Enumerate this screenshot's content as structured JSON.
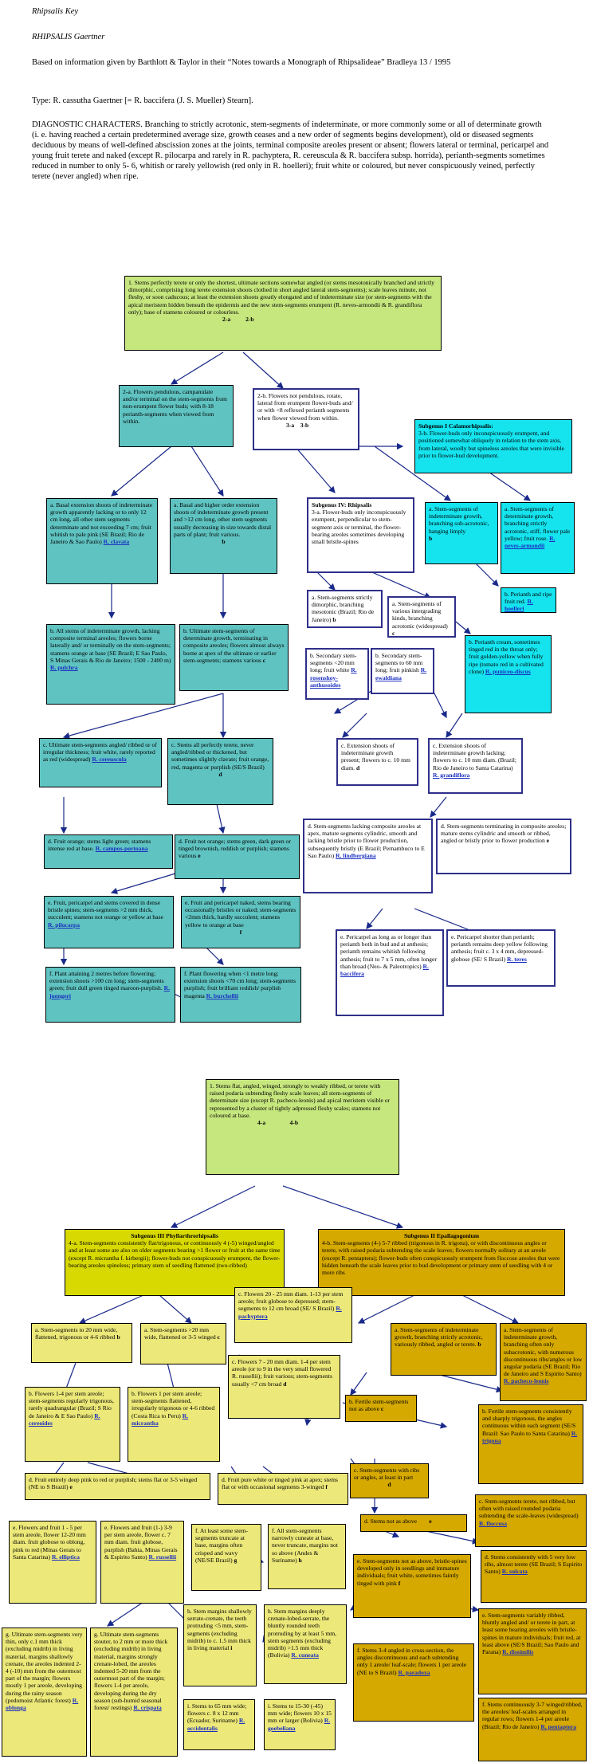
{
  "header": {
    "title": "Rhipsalis Key",
    "genus": "RHIPSALIS Gaertner",
    "basis": "Based on information given by Barthlott & Taylor in their “Notes towards a Monograph of Rhipsalideae” Bradleya 13 / 1995",
    "type_line": "Type: R. cassutha Gaertner [= R. baccifera (J. S. Mueller) Stearn].",
    "diagnostic": "DIAGNOSTIC CHARACTERS. Branching to strictly acrotonic, stem-segments of indeterminate, or more commonly some or all of determinate growth (i. e. having reached a certain predetermined average size, growth ceases and a new order of segments begins development), old or diseased segments deciduous by means of well-defined abscission zones at the joints, terminal composite areoles present or absent; flowers lateral or terminal, pericarpel and young fruit terete and naked (except R. pilocarpa and rarely in R. pachyptera, R. cereuscula & R. baccifera subsp. horrida), perianth-segments sometimes reduced in number to only 5- 6, whitish or rarely yellowish (red only in R. hoelleri); fruit white or coloured, but never conspicuously veined, perfectly terete (never angled) when ripe."
  },
  "key1": {
    "q1": {
      "text": "1. Stems perfectly terete or only the shortest, ultimate sections somewhat angled (or stems mesotonically branched and strictly dimorphic, comprising long terete extension shoots clothed in short angled lateral stem-segments); scale leaves minute, not fleshy, or soon caducous; at least the extension shoots greatly elongated and of indeterminate size (or stem-segments with the apical meristem hidden beneath the epidermis and the new stem-segments erumpent (R. neves-armondii & R. grandiflora only); base of stamens coloured or colourless.",
      "a": "2-a",
      "b": "2-b"
    },
    "q2a": {
      "text": "2-a. Flowers pendulous, campanulate and/or terminal on the stem-segments from non-erumpent flower buds; with 8-18 perianth-segments when viewed from within."
    },
    "q2b": {
      "text": "2-b. Flowers not pendulous, rotate, lateral from erumpent flower-buds and/ or with <8 reflexed perianth segments when flower viewed from within.",
      "a": "3-a",
      "b": "3-b"
    },
    "sub1": {
      "title": "Subgenus I Calamorhipsalis:",
      "text": "3-b. Flower-buds only inconspicuously erumpent, and positioned somewhat obliquely in relation to the stem axis, from lateral, woolly but spineless areoles that were invisible prior to flower-bud development."
    },
    "q2aa": {
      "text": "a. Basal extension shoots of indeterminate growth apparently lacking or to only 12 cm long, all other stem segments determinate and not exceeding 7 cm; fruit whitish to pale pink (SE Brazil; Rio de Janeiro & Sao Paulo)",
      "species": "R. clavata"
    },
    "q2ab": {
      "text": "a. Basal and higher order extension shoots of indeterminate growth present and >12 cm long, other stem segments usually decreasing in size towards distal parts of plant; fruit various.",
      "b": "b"
    },
    "sub4": {
      "title": "Subgenus IV: Rhipsalis",
      "text": "3-a. Flower-buds only inconspicuously erumpent, perpendicular to stem-segment axis or terminal, the flower-bearing areoles sometimes developing small bristle-spines"
    },
    "q3ba": {
      "text": "a. Stem-segments of indeterminate growth, branching sub-acrotonic, hanging limply",
      "b": "b"
    },
    "q3bb": {
      "text": "a. Stem-segments of determinate growth, branching strictly acrotonic, stiff, flower pale yellow; fruit rose.",
      "species": "R. neves-armondii"
    },
    "q3bc": {
      "text": "b. Perianth and ripe fruit red.",
      "species": "R. hoelleri"
    },
    "q3bd": {
      "text": "b. Perianth cream, sometimes tinged red in the throat only; fruit golden-yellow when fully ripe (tomato red in a cultivated clone)",
      "species": "R. puniceo-discus"
    },
    "qbA": {
      "text": "b. All stems of indeterminate growth, lacking composite terminal areoles; flowers borne laterally and/ or terminally on the stem-segments; stamens orange at base (SE Brazil; E Sao Paulo, S Minas Gerais & Rio de Janeiro; 1500 - 2400 m)",
      "species": "R. pulchra"
    },
    "qbB": {
      "text": "b. Ultimate stem-segments of determinate growth, terminating in composite areoles; flowers almost always borne at apex of the ultimate or earlier stem-segments; stamens various",
      "c": "c"
    },
    "q4a": {
      "text": "a. Stem-segments strictly dimorphic, branching mesotonic (Brazil; Rio de Janeiro)",
      "b": "b"
    },
    "q4b": {
      "text": "a. Stem-segments of various intergrading kinds, branching acrotonic (widespread)",
      "c": "c"
    },
    "q4c": {
      "text": "b. Secondary stem-segments <20 mm long; fruit white",
      "species": "R. rosenshoy-anthusoides"
    },
    "q4d": {
      "text": "b. Secondary stem-segments to 60 mm long; fruit pinkish",
      "species": "R. ewaldiana"
    },
    "qcA": {
      "text": "c. Ultimate stem-segments angled/ ribbed or of irregular thickness; fruit white, rarely reported as red (widespread)",
      "species": "R. cereuscula"
    },
    "qcB": {
      "text": "c. Stems all perfectly terete, never angled/ribbed or thickened, but sometimes slightly clavate; fruit orange, red, magenta or purplish (SE/S Brazil)",
      "d": "d"
    },
    "qc2A": {
      "text": "c. Extension shoots of indeterminate growth present; flowers to c. 10 mm diam.",
      "d": "d"
    },
    "qc2B": {
      "text": "c. Extension shoots of indeterminate growth lacking; flowers to c. 10 mm diam. (Brazil; Rio de Janeiro to Santa Catarina)",
      "species": "R. grandiflora"
    },
    "qdA": {
      "text": "d. Fruit orange; stems light green; stamens intense red at base.",
      "species": "R. campos-portoana"
    },
    "qdB": {
      "text": "d. Fruit not orange; stems green, dark green or tinged brownish, reddish or purplish; stamens various",
      "e": "e"
    },
    "qd2A": {
      "text": "d. Stem-segments lacking composite areoles at apex, mature segments cylindric, smooth and lacking bristle prior to flower production, subsequently bristly (E Brazil; Pernambuco to E Sao Paulo)",
      "species": "R. lindbergiana"
    },
    "qd2B": {
      "text": "d. Stem-segments terminating in composite areoles; mature stems cylindric and smooth or ribbed, angled or bristly prior to flower production",
      "e": "e"
    },
    "qeA": {
      "text": "e. Fruit, pericarpel and stems covered in dense bristle spines; stem-segments >2 mm thick, succulent; stamens not orange or yellow at base",
      "species": "R. pilocarpa"
    },
    "qeB": {
      "text": "e. Fruit and pericarpel naked, stems bearing occasionally bristles or naked; stem-segments <2mm thick, hardly succulent; stamens yellow to orange at base",
      "f": "f"
    },
    "qe2A": {
      "text": "e. Pericarpel as long as or longer than perianth both in bud and at anthesis; perianth remains whitish following anthesis; fruit to 7 x 5 mm, often longer than broad (Neo- & Paleotropics)",
      "species": "R. baccifera"
    },
    "qe2B": {
      "text": "e. Pericarpel shorter than perianth; perianth remains deep yellow following anthesis; fruit c. 3 x 4 mm, depressed-globose (SE/ S Brazil)",
      "species": "R. teres"
    },
    "qfA": {
      "text": "f. Plant attaining 2 metres before flowering; extension shoots >100 cm long; stem-segments green; fruit dull green tinged maroon-purplish.",
      "species": "R. juengeri"
    },
    "qfB": {
      "text": "f. Plant flowering when <1 metre long; extension shoots <70 cm long; stem-segments purplish; fruit brilliant reddish/ purplish magenta",
      "species": "R. burchellii"
    }
  },
  "key2": {
    "q1": {
      "text": "1. Stems flat, angled, winged, strongly to weakly ribbed, or terete with raised podaria subtending fleshy scale leaves; all stem-segments of determinate size (except R. pacheco-leonis) and apical meristem visible or represented by a cluster of tightly adpressed fleshy scales; stamens not coloured at base.",
      "a": "4-a",
      "b": "4-b"
    },
    "sub3": {
      "title": "Subgenus III Phyllarthrorhipsalis",
      "text": "4-a. Stem-segments consistently flat/trigonous, or continuously 4 (-5) winged/angled and at least some are also on older segments bearing >1 flower or fruit at the same time (except R. micrantha f. kirbergii); flower-buds not conspicuously erumpent, the flower-bearing areoles spineless; primary stem of seedling flattened (two-ribbed)"
    },
    "sub2": {
      "title": "Subgenus II Epallagogonium",
      "text": "4-b. Stem-segments (4-) 5-7 ribbed (trigonous in R. trigona), or with discontinuous angles or terete, with raised podaria subtending the scale leaves; flowers normally solitary at an areole (except R. pentaptera); flower-buds often conspicuously erumpent from floccose areoles that were hidden beneath the scale leaves prior to bud development or primary stem of seedling with 4 or more ribs"
    },
    "p1": {
      "text": "a. Stem-segments to 20 mm wide, flattened, trigonous or 4-6 ribbed",
      "b": "b"
    },
    "p2": {
      "text": "a. Stem-segments >20 mm wide, flattened or 3-5 winged",
      "c": "c"
    },
    "p3": {
      "text": "c. Flowers 20 - 25 mm diam. 1-13 per stem areole; fruit globose to depressed; stem-segments to 12 cm broad (SE/ S Brazil)",
      "species": "R. pachyptera"
    },
    "p4": {
      "text": "b. Flowers 1-4 per stem areole; stem-segments regularly trigonous, rarely quadrangular (Brazil; S Rio de Janeiro & E Sao Paulo)",
      "species": "R. cereoides"
    },
    "p5": {
      "text": "b. Flowers 1 per stem areole; stem-segments flattened, irregularly trigonous or 4-6 ribbed (Costa Rica to Peru)",
      "species": "R. micrantha"
    },
    "p6": {
      "text": "c. Flowers 7 - 20 mm diam. 1-4 per stem areole (or to 9 in the very small flowered R. russellii); fruit various; stem-segments usually <7 cm broad",
      "d": "d"
    },
    "p7": {
      "text": "d. Fruit entirely deep pink to red or purplish; stems flat or 3-5 winged (NE to S Brazil)",
      "e": "e"
    },
    "p8": {
      "text": "d. Fruit pure white or tinged pink at apex; stems flat or with occasional segments 3-winged",
      "f": "f"
    },
    "p9": {
      "text": "e. Flowers and fruit 1 - 5 per stem areole, flower 12-20 mm diam. fruit globose to oblong, pink to red (Minas Gerais to Santa Catarina)",
      "species": "R. elliptica"
    },
    "p10": {
      "text": "e. Flowers and fruit (1-) 3-9 per stem areole, flower c. 7 mm diam. fruit globose, purplish (Bahia, Minas Gerais & Espirito Santo)",
      "species": "R. russellii"
    },
    "p11": {
      "text": "f. At least some stem-segments truncate at base, margins often crisped and wavy (NE/SE Brazil)",
      "g": "g"
    },
    "p12": {
      "text": "f. All stem-segments narrowly cuneate at base, never truncate, margins not so above (Andes & Suriname)",
      "h": "h"
    },
    "p13": {
      "text": "g. Ultimate stem-segments very thin, only c.1 mm thick (excluding midrib) in living material, margins shallowly crenate, the areoles indented 2-4 (-10) mm from the outermost part of the margin; flowers mostly 1 per areole, developing during the rainy season (pedomoist Atlantic forest)",
      "species": "R. oblonga"
    },
    "p14": {
      "text": "g. Ultimate stem-segments stouter, to 2 mm or more thick (excluding midrib) in living material, margins strongly crenate-lobed, the areoles indented 5-20 mm from the outermost part of the margin; flowers 1-4 per areole, developing during the dry season (sub-humid seasonal forest/ restings)",
      "species": "R. crispata"
    },
    "p15": {
      "text": "h. Stem margins shallowly serrate-crenate, the teeth protruding <5 mm, stem-segments (excluding midrib) to c. 1.5 mm thick in living material",
      "i": "i"
    },
    "p16": {
      "text": "h. Stem margins deeply crenate-lobed-serrate, the bluntly rounded teeth protruding by at least 5 mm, stem segments (excluding midrib) >1.5 mm thick (Bolivia)",
      "species": "R. cuneata"
    },
    "p17": {
      "text": "i. Stems to 65 mm wide; flowers c. 8 x 12 mm (Ecuador, Suriname)",
      "species": "R. occidentalis"
    },
    "p18": {
      "text": "i. Stems to 15-30 (-45) mm wide; flowers 10 x 15 mm or larger (Bolivia)",
      "species": "R. goebeliana"
    },
    "e1": {
      "text": "a. Stem-segments of indeterminate growth, branching strictly acrotonic, variously ribbed, angled or terete.",
      "b": "b"
    },
    "e2": {
      "text": "a. Stem-segments of indeterminate growth, branching often only subacrotonic, with numerous discontinuous ribs/angles or low angular podaria (SE Brazil; Rio de Janeiro and S Espirito Santo)",
      "species": "R. pacheco-leonis"
    },
    "e3": {
      "text": "b. Fertile stem-segments not as above",
      "c": "c"
    },
    "e4": {
      "text": "b. Fertile stem-segments consistently and sharply trigonous, the angles continuous within each segment (SE/S Brazil: Sao Paulo to Santa Catarina)",
      "species": "R. trigona"
    },
    "e5": {
      "text": "c. Stem-segments with ribs or angles, at least in part",
      "d": "d"
    },
    "e6": {
      "text": "c. Stem-segments terete, not ribbed, but often with raised rounded podaria subtending the scale-leaves (widespread)",
      "species": "R. floccosa"
    },
    "e7": {
      "text": "d. Stems not as above",
      "e": "e"
    },
    "e8": {
      "text": "d. Stems consistently with 5 very low ribs, almost terete (SE Brazil; S Espirito Santo)",
      "species": "R. sulcata"
    },
    "e9": {
      "text": "e. Stem-segments not as above, bristle-spines developed only in seedlings and immature individuals; fruit white, sometimes faintly tinged with pink",
      "f": "f"
    },
    "e10": {
      "text": "e. Stem-segments variably ribbed, bluntly angled and/ or terete in part, at least some bearing areoles with bristle-spines in mature individuals; fruit red, at least above (SE/S Brazil; Sao Paulo and Parana)",
      "species": "R. dissimilis"
    },
    "e11": {
      "text": "f. Stems 3-4 angled in cross-section, the angles discontinuous and each subtending only 1 areole/ leaf-scale; flowers 1 per areole (NE to S Brazil)",
      "species": "R. paradoxa"
    },
    "e12": {
      "text": "f. Stems continuously 3-7 winged/ribbed, the areoles/ leaf-scales arranged in regular rows; flowers 1-4 per areole (Brazil; Rio de Janeiro)",
      "species": "R. pentaptera"
    }
  }
}
